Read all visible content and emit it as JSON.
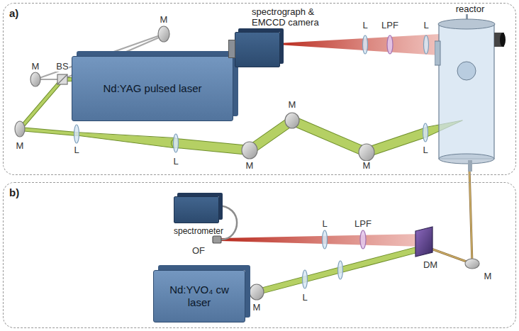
{
  "diagram": {
    "nodes": [
      {
        "text": [
          "a)"
        ]
      },
      {
        "text": [
          "Nd:YAG pulsed laser"
        ],
        "in": 0
      },
      {
        "text": [
          "spectrograph & EMCCD camera"
        ],
        "in": 0
      },
      {
        "text": [
          "reactor"
        ],
        "in": 0
      },
      {
        "text": [
          "b)"
        ]
      },
      {
        "text": [
          "spectrometer"
        ],
        "in": 4
      },
      {
        "text": [
          "Nd:YVO₄ cw laser"
        ],
        "in": 4
      }
    ],
    "labels": [
      "M",
      "L",
      "LPF",
      "L",
      "M",
      "BS",
      "M",
      "L",
      "L",
      "M",
      "M",
      "L",
      "M",
      "L",
      "LPF",
      "OF",
      "L",
      "DM",
      "M",
      "M"
    ]
  }
}
